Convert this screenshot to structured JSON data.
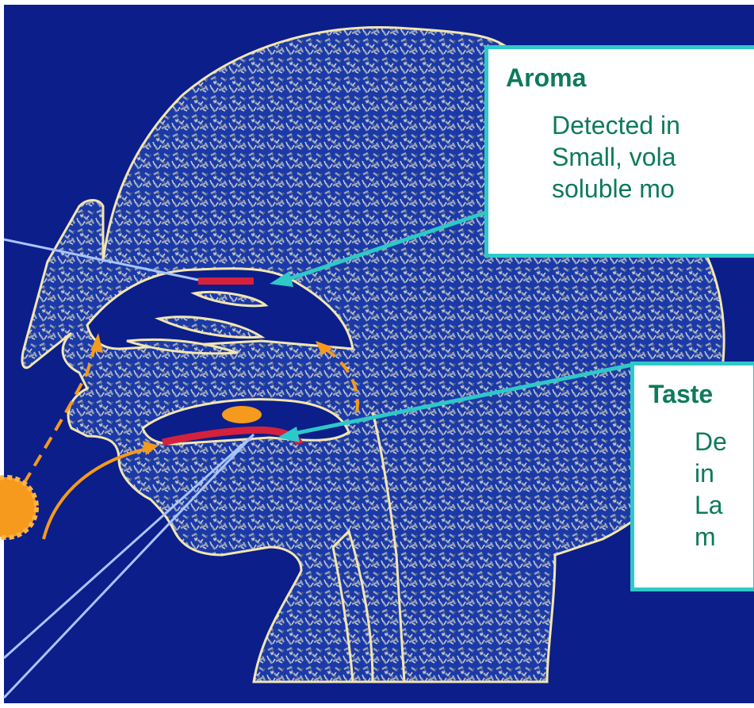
{
  "colors": {
    "background": "#0b1e8a",
    "head_fill": "#1b3aa8",
    "head_outline": "#f3e6b0",
    "receptor": "#d4213d",
    "airflow": "#f59a1c",
    "food": "#f59a1c",
    "callout_border": "#2ec8c8",
    "callout_text": "#0e7a5c",
    "pointer_line": "#a8c4ff"
  },
  "callouts": {
    "aroma": {
      "title": "Aroma",
      "lines": [
        "Detected in",
        "Small, vola",
        "soluble mo"
      ]
    },
    "taste": {
      "title": "Taste",
      "lines": [
        "De",
        "in",
        "La",
        "m"
      ]
    }
  },
  "icons": [
    "food-particle-icon"
  ]
}
